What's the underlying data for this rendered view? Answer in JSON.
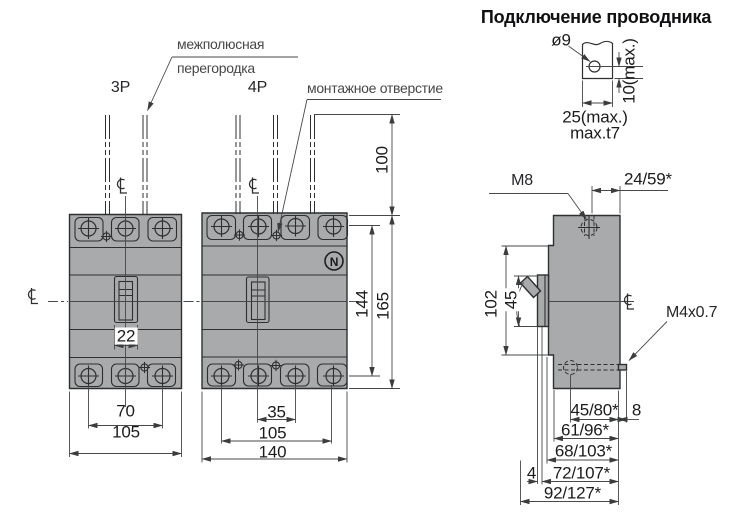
{
  "title": "Подключение проводника",
  "labels": {
    "interpole_line1": "межполюсная",
    "interpole_line2": "перегородка",
    "mounting_hole": "монтажное отверстие",
    "view_3p": "3P",
    "view_4p": "4P",
    "neutral_mark": "N",
    "thread_top": "M8",
    "thread_side": "M4x0.7"
  },
  "front_dims": {
    "handle_width": "22",
    "hole_span_3p": "70",
    "width_3p": "105",
    "pole_pitch_4p": "35",
    "hole_span_4p": "105",
    "width_4p": "140",
    "wire_length": "100",
    "hole_height": "144",
    "height": "165"
  },
  "side_dims": {
    "top_offset": "24/59*",
    "body_depth": "102",
    "panel_height": "45",
    "row1_left": "45/80*",
    "row1_right": "8",
    "row2": "61/96*",
    "row3": "68/103*",
    "row4_left": "4",
    "row4_right": "72/107*",
    "row5": "92/127*"
  },
  "detail": {
    "hole_dia": "ø9",
    "lug_width": "25(max.)",
    "hole_offset": "10(max.)",
    "thickness": "max.t7"
  },
  "colors": {
    "body_fill": "#a8aaab",
    "line": "#2d2f31",
    "dim_line": "#46484a",
    "background": "#ffffff"
  }
}
